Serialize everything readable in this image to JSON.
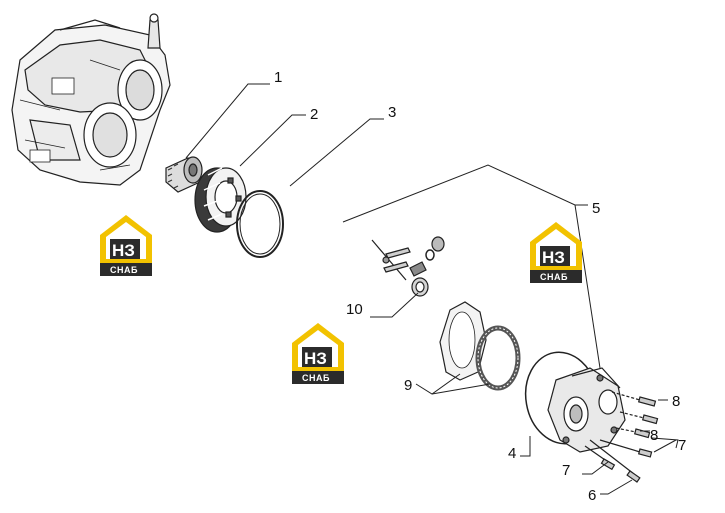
{
  "callouts": [
    {
      "label": "1"
    },
    {
      "label": "2"
    },
    {
      "label": "3"
    },
    {
      "label": "5"
    },
    {
      "label": "10"
    },
    {
      "label": "9"
    },
    {
      "label": "8"
    },
    {
      "label": "8"
    },
    {
      "label": "7"
    },
    {
      "label": "7"
    },
    {
      "label": "4"
    },
    {
      "label": "6"
    }
  ],
  "logos": [
    {
      "mark": "НЗ",
      "caption": "СНАБ"
    },
    {
      "mark": "НЗ",
      "caption": "СНАБ"
    },
    {
      "mark": "НЗ",
      "caption": "СНАБ"
    }
  ],
  "colors": {
    "logo_yellow": "#f2c200",
    "logo_dark": "#2b2b2b",
    "line": "#222222"
  }
}
